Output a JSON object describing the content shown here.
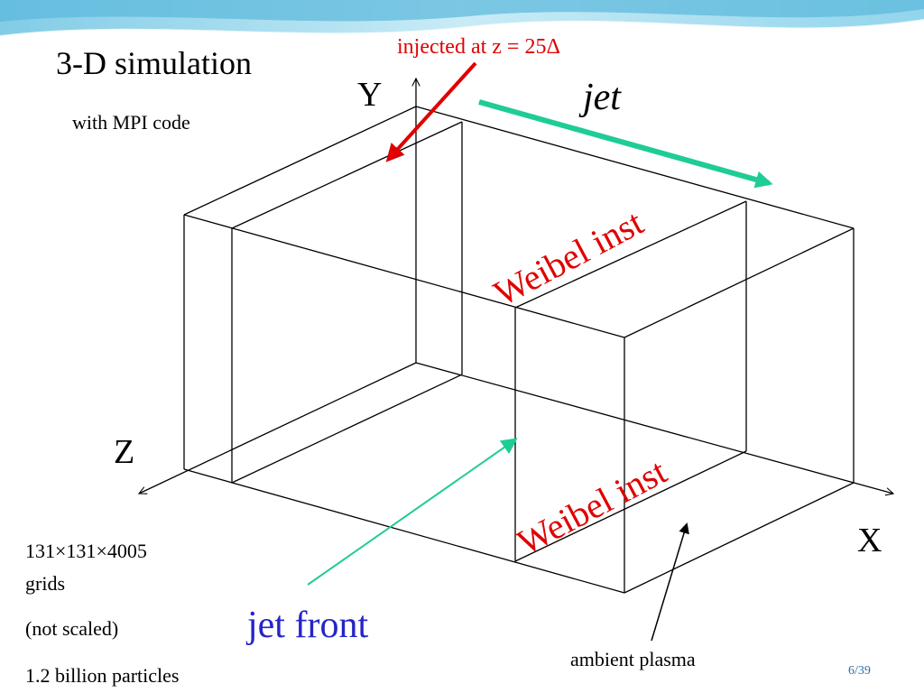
{
  "slide": {
    "title": "3-D simulation",
    "subtitle": "with MPI code",
    "page_number": "6/39"
  },
  "diagram": {
    "injection_label": "injected at z = 25Δ",
    "jet_label": "jet",
    "axis_x": "X",
    "axis_y": "Y",
    "axis_z": "Z",
    "weibel_upper": "Weibel inst",
    "weibel_lower": "Weibel inst",
    "jet_front_label": "jet front",
    "ambient_label": "ambient plasma"
  },
  "notes": {
    "grids_line1": "131×131×4005",
    "grids_line2": "grids",
    "not_scaled": "(not scaled)",
    "particles": "1.2 billion particles"
  },
  "colors": {
    "header_wave": "#8fd3ea",
    "injection_arrow": "#e00000",
    "jet_arrow": "#1fcc96",
    "jet_front_arrow": "#1fcc96",
    "weibel_text": "#e00000",
    "jet_front_text": "#2525c8",
    "page_number": "#2b6fa8"
  }
}
